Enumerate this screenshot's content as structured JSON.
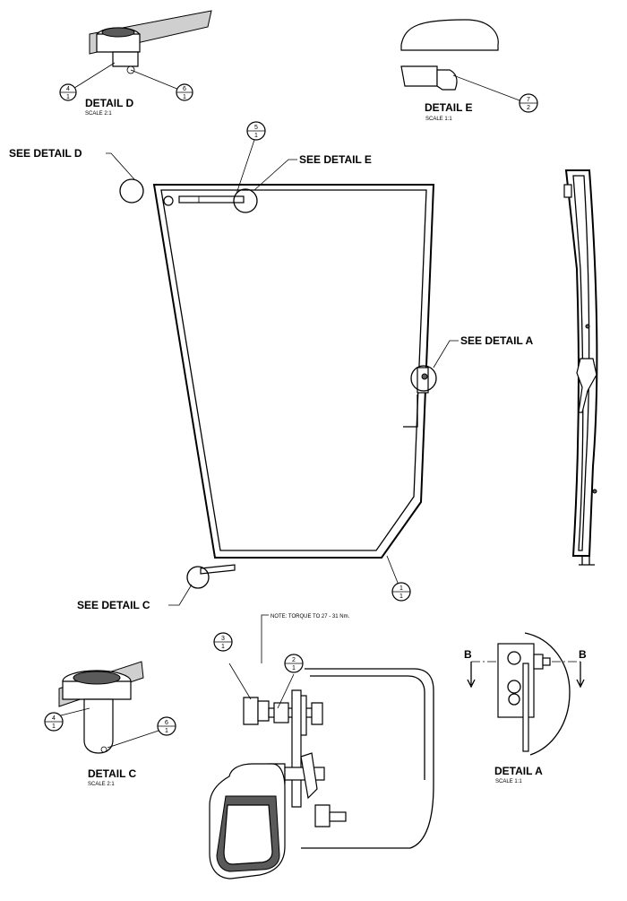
{
  "details": {
    "d": {
      "title": "DETAIL  D",
      "scale": "SCALE  2:1"
    },
    "e": {
      "title": "DETAIL  E",
      "scale": "SCALE  1:1"
    },
    "c": {
      "title": "DETAIL  C",
      "scale": "SCALE  2:1"
    },
    "a": {
      "title": "DETAIL  A",
      "scale": "SCALE  1:1"
    }
  },
  "callouts": {
    "see_d": "SEE DETAIL  D",
    "see_e": "SEE DETAIL  E",
    "see_a": "SEE DETAIL  A",
    "see_c": "SEE DETAIL  C"
  },
  "note": "NOTE: TORQUE TO 27 - 31 Nm.",
  "section_labels": {
    "left": "B",
    "right": "B"
  },
  "balloons": [
    {
      "id": "d-4",
      "top": "4",
      "bottom": "1"
    },
    {
      "id": "d-6",
      "top": "6",
      "bottom": "1"
    },
    {
      "id": "e-7",
      "top": "7",
      "bottom": "2"
    },
    {
      "id": "main-5",
      "top": "5",
      "bottom": "1"
    },
    {
      "id": "main-1",
      "top": "1",
      "bottom": "1"
    },
    {
      "id": "c-4",
      "top": "4",
      "bottom": "1"
    },
    {
      "id": "c-6",
      "top": "6",
      "bottom": "1"
    },
    {
      "id": "s-3",
      "top": "3",
      "bottom": "1"
    },
    {
      "id": "s-2",
      "top": "2",
      "bottom": "1"
    }
  ]
}
